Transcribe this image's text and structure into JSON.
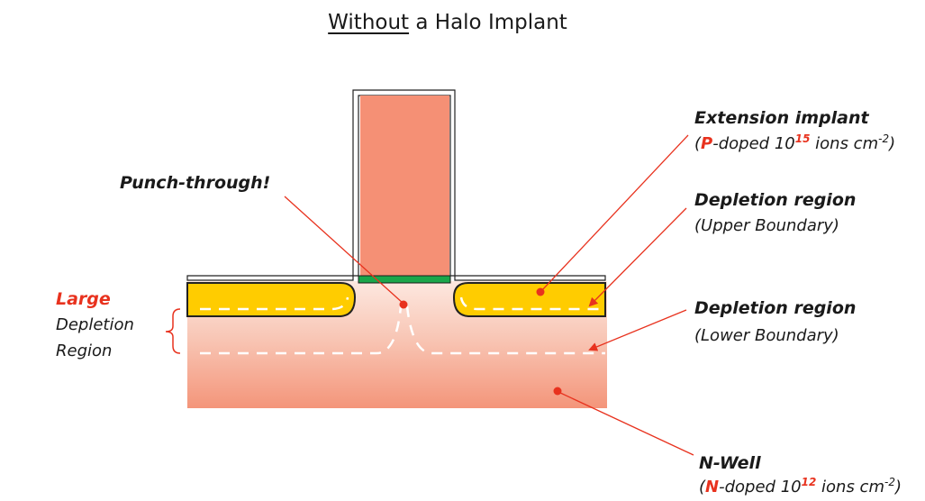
{
  "title": {
    "underlined": "Without",
    "rest": " a Halo Implant"
  },
  "labels": {
    "punch_through": "Punch-through!",
    "large": "Large",
    "depletion_line": "Depletion",
    "region_line": "Region",
    "extension": {
      "title": "Extension implant",
      "open": "(",
      "element": "P",
      "doped_text": "-doped 10",
      "exponent": "15",
      "unit": " ions cm",
      "unit_exp": "-2",
      "close": ")"
    },
    "depletion_upper": {
      "title": "Depletion region",
      "sub": "(Upper Boundary)"
    },
    "depletion_lower": {
      "title": "Depletion region",
      "sub": "(Lower Boundary)"
    },
    "nwell": {
      "title": "N-Well",
      "open": "(",
      "element": "N",
      "doped_text": "-doped 10",
      "exponent": "12",
      "unit": " ions cm",
      "unit_exp": "-2",
      "close": ")"
    }
  },
  "colors": {
    "gate": "#f59075",
    "gate_oxide": "#1aa64a",
    "extension": "#ffcc00",
    "nwell_top": "#fde6de",
    "nwell_bottom": "#f59a80",
    "arrow": "#e8321e",
    "dash": "#ffffff"
  }
}
